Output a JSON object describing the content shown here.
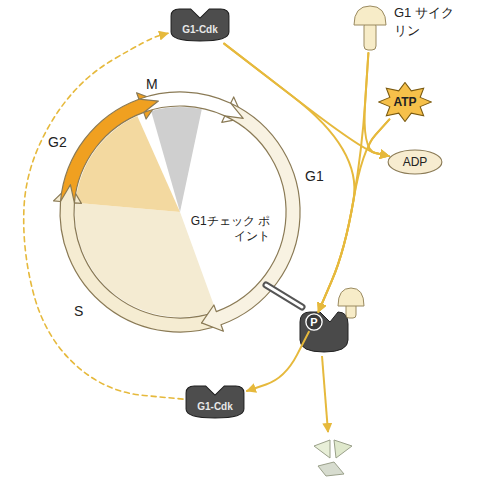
{
  "diagram": {
    "nodes": [
      {
        "text": [
          "G1-Cdk"
        ]
      },
      {
        "text": [
          "G1 サイクリン"
        ]
      },
      {
        "text": [
          "ATP"
        ]
      },
      {
        "text": [
          "ADP"
        ]
      },
      {
        "text": [
          "P"
        ]
      },
      {
        "text": [
          "G1-Cdk"
        ]
      }
    ],
    "edges": [
      {
        "from": 0,
        "to": 4,
        "arrow": "to"
      },
      {
        "from": 1,
        "to": 4,
        "arrow": "to"
      },
      {
        "from": 2,
        "to": 4,
        "arrow": "to"
      },
      {
        "from": 0,
        "to": 3,
        "arrow": "to"
      },
      {
        "from": 1,
        "to": 3,
        "arrow": "to"
      },
      {
        "from": 2,
        "to": 3,
        "arrow": "to"
      },
      {
        "from": 4,
        "to": 5,
        "arrow": "to"
      },
      {
        "from": 5,
        "to": 0,
        "arrow": "to"
      }
    ],
    "labels": [
      "M",
      "G1",
      "G2",
      "S",
      "G1チェック ポイント"
    ]
  }
}
